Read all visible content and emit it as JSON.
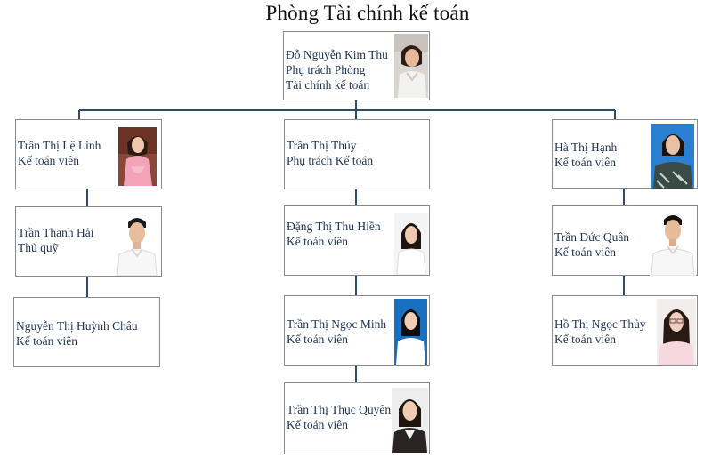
{
  "title": "Phòng Tài chính kế toán",
  "head": {
    "name": "Đỗ Nguyễn Kim Thu",
    "role_line1": "Phụ trách Phòng",
    "role_line2": "Tài chính kế toán"
  },
  "columns": [
    {
      "members": [
        {
          "name": "Trần Thị Lệ Linh",
          "role": "Kế toán viên",
          "photo": "woman-pink-dress"
        },
        {
          "name": "Trần Thanh Hải",
          "role": "Thủ quỹ",
          "photo": "man-white-shirt"
        },
        {
          "name": "Nguyễn Thị Huỳnh Châu",
          "role": "Kế toán viên",
          "photo": ""
        }
      ]
    },
    {
      "members": [
        {
          "name": "Trần Thị Thúy",
          "role": "Phụ trách Kế toán",
          "photo": ""
        },
        {
          "name": "Đặng Thị Thu Hiền",
          "role": "Kế toán viên",
          "photo": "woman-white-shirt"
        },
        {
          "name": "Trần Thị Ngọc Minh",
          "role": "Kế toán viên",
          "photo": "woman-blue-background"
        },
        {
          "name": "Trần Thị Thục Quyên",
          "role": "Kế toán viên",
          "photo": "woman-dark-jacket"
        }
      ]
    },
    {
      "members": [
        {
          "name": "Hà Thị Hạnh",
          "role": "Kế toán viên",
          "photo": "woman-blue-background"
        },
        {
          "name": "Trần Đức Quân",
          "role": "Kế toán viên",
          "photo": "man-white-shirt"
        },
        {
          "name": "Hồ Thị Ngọc Thủy",
          "role": "Kế toán viên",
          "photo": "woman-glasses"
        }
      ]
    }
  ],
  "colors": {
    "connector": "#2f4a6f",
    "box_border": "#8a8a8a",
    "text": "#1f3251"
  }
}
